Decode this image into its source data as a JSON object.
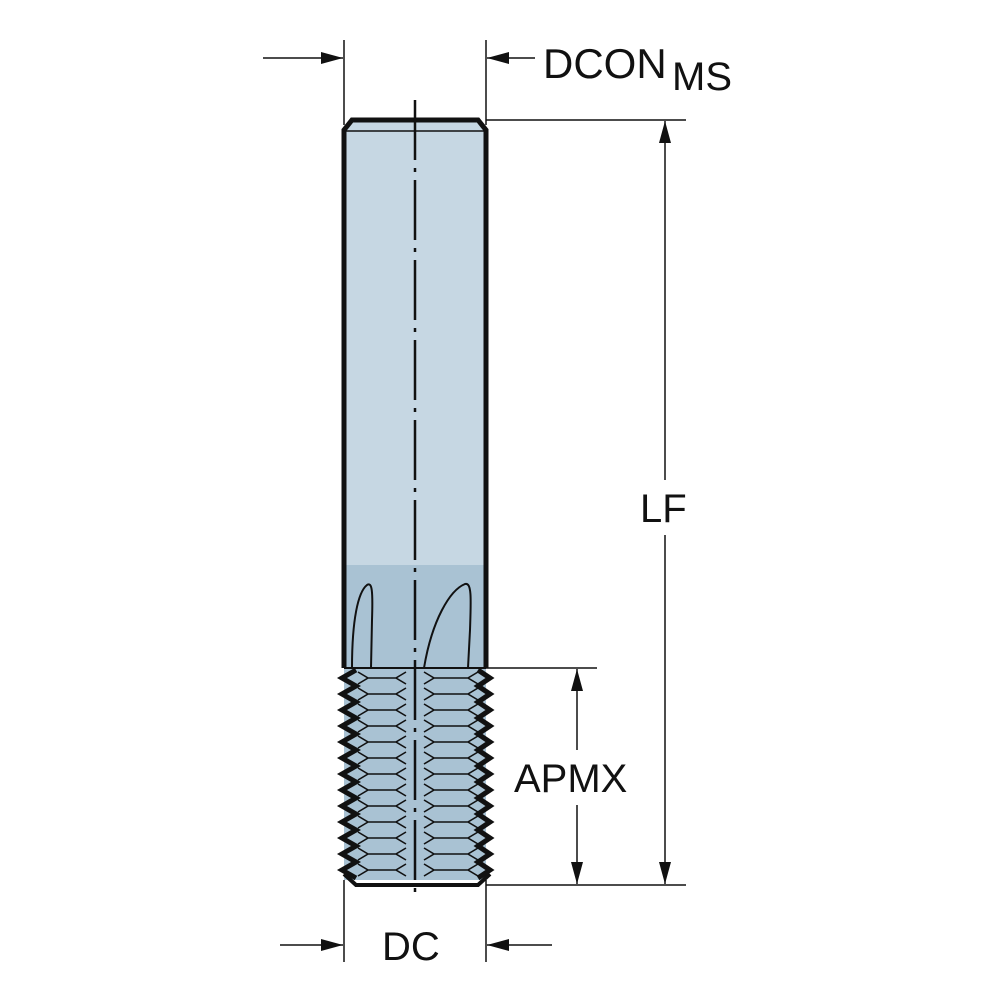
{
  "labels": {
    "dcon": "DCON",
    "dcon_sub": "MS",
    "lf": "LF",
    "apmx": "APMX",
    "dc": "DC"
  },
  "colors": {
    "shank": "#c6d7e3",
    "flute": "#a9c2d3",
    "outline": "#111111"
  }
}
